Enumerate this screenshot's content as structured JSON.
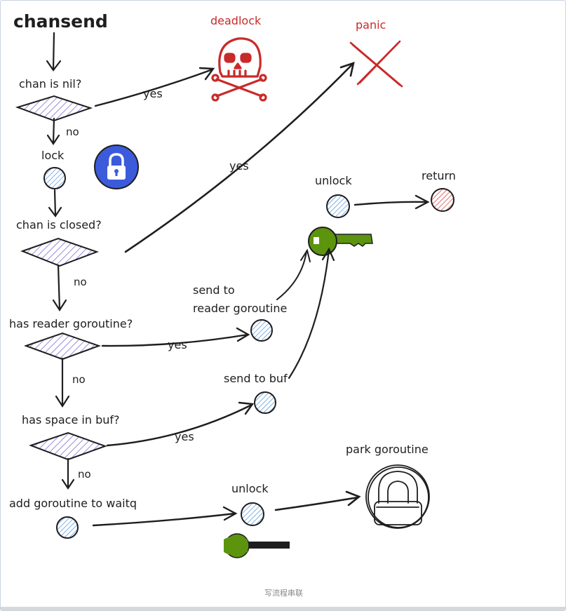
{
  "diagram": {
    "title": "chansend",
    "nodes": {
      "nil_check": "chan is nil?",
      "lock": "lock",
      "closed_check": "chan is closed?",
      "reader_check": "has reader goroutine?",
      "space_check": "has space in buf?",
      "add_waitq": "add goroutine to waitq",
      "deadlock": "deadlock",
      "panic": "panic",
      "unlock_top": "unlock",
      "return": "return",
      "send_reader_line1": "send to",
      "send_reader_line2": "reader goroutine",
      "send_buf": "send to buf",
      "unlock_bottom": "unlock",
      "park": "park goroutine"
    },
    "edges": {
      "nil_no": "no",
      "nil_yes": "yes",
      "closed_yes": "yes",
      "closed_no": "no",
      "reader_yes": "yes",
      "reader_no": "no",
      "space_yes": "yes",
      "space_no": "no"
    },
    "colors": {
      "ink": "#1e1e1e",
      "danger": "#c92a2a",
      "diamond_hatch": "#7c6fd8",
      "circle_hatch": "#4a90d9",
      "return_hatch": "#e03131",
      "lock_badge": "#3b5bdb",
      "key": "#5c940d"
    }
  },
  "caption": "写流程串联"
}
